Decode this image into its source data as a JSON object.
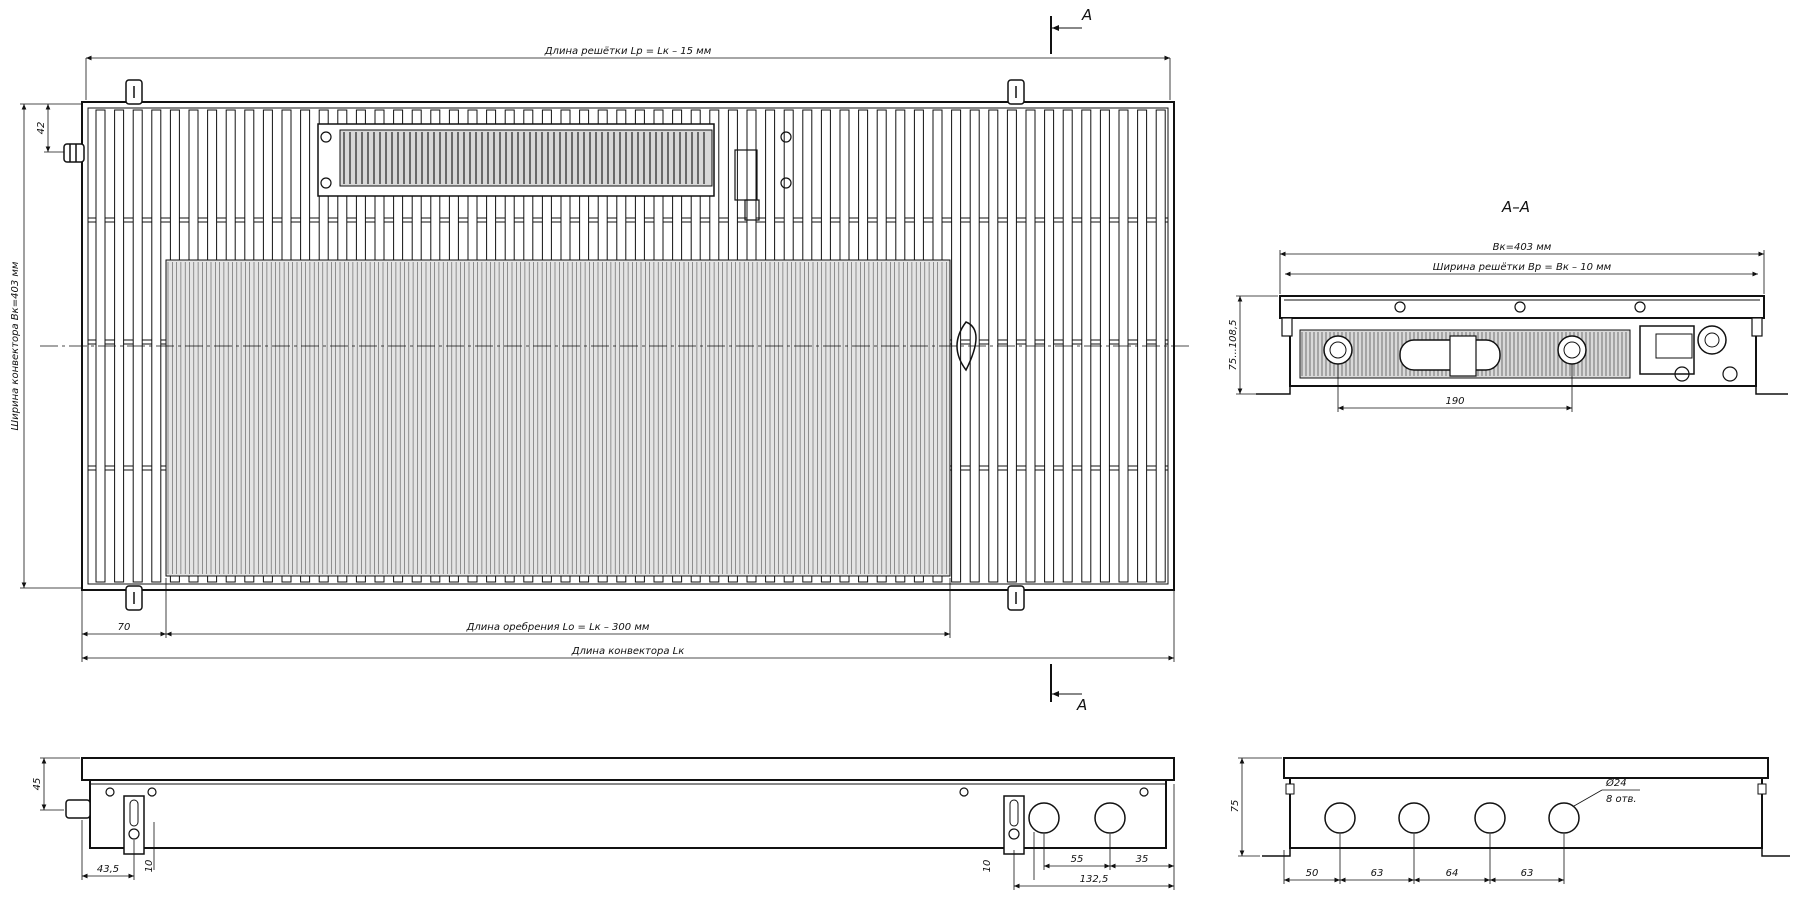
{
  "labels": {
    "grille_length": "Длина решётки Lр = Lк – 15 мм",
    "convector_width": "Ширина конвектора Вк=403 мм",
    "dim_42": "42",
    "dim_70": "70",
    "fin_length": "Длина оребрения Lо = Lк – 300 мм",
    "convector_length": "Длина конвектора Lк",
    "section_mark": "А",
    "section_title": "А–А",
    "bk": "Вк=403 мм",
    "grille_width": "Ширина решётки Вр = Вк – 10 мм",
    "height_range": "75...108,5",
    "dim_190": "190",
    "dim_45": "45",
    "dim_43_5": "43,5",
    "dim_10a": "10",
    "dim_10b": "10",
    "dim_55": "55",
    "dim_35": "35",
    "dim_132_5": "132,5",
    "dim_75": "75",
    "dia_24": "Ø24",
    "holes": "8 отв.",
    "dim_50": "50",
    "dim_63a": "63",
    "dim_64": "64",
    "dim_63b": "63"
  }
}
